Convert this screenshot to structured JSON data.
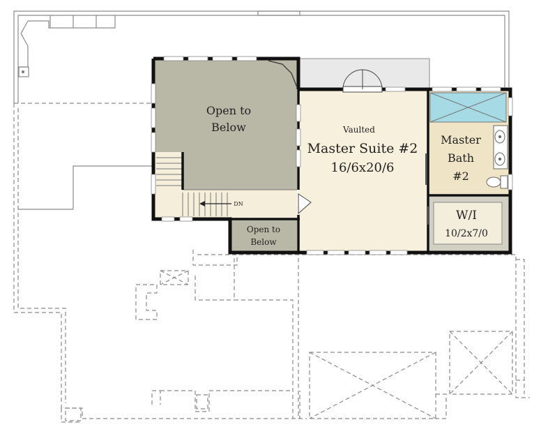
{
  "rooms": {
    "open_to_below_main": {
      "line1": "Open to",
      "line2": "Below"
    },
    "master_suite": {
      "note": "Vaulted",
      "name": "Master Suite #2",
      "size": "16/6x20/6"
    },
    "master_bath": {
      "line1": "Master",
      "line2": "Bath",
      "line3": "#2"
    },
    "walk_in": {
      "name": "W/I",
      "size": "10/2x7/0"
    },
    "open_to_below_small": {
      "line1": "Open to",
      "line2": "Below"
    },
    "stair": {
      "label": "DN"
    }
  },
  "colors": {
    "open_to_below": "#b9b7a6",
    "master_suite": "#f7f0dc",
    "master_bath": "#f0e4c6",
    "walk_in": "#d2d0c2",
    "shower": "#a6dbe6",
    "deck": "#e9e9e9",
    "hall": "#f5eedb",
    "wall": "#111111",
    "outline": "#8a8a8a"
  }
}
